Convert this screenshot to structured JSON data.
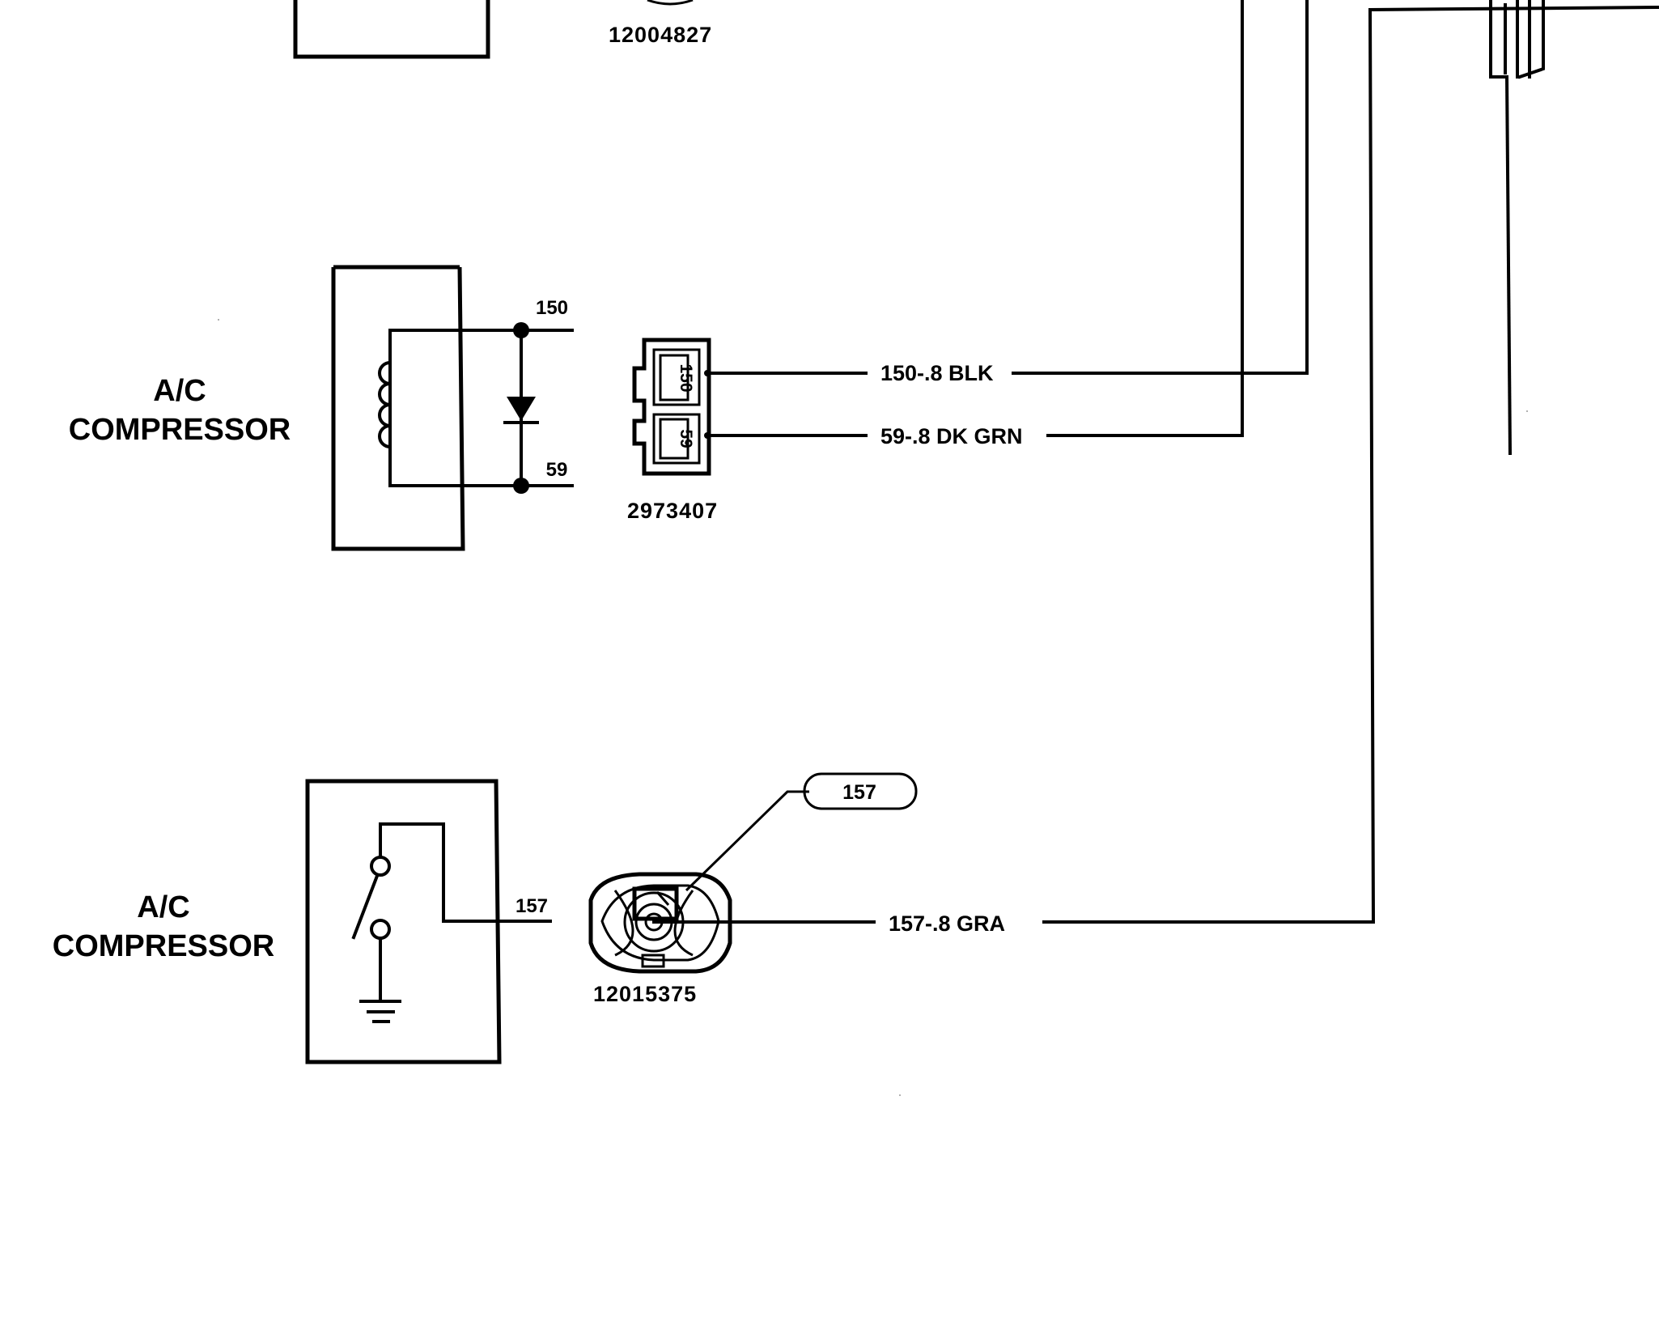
{
  "parts": {
    "top_connector": "12004827",
    "coil_connector": "2973407",
    "switch_connector": "12015375"
  },
  "components": {
    "clutch_title_line1": "A/C",
    "clutch_title_line2": "COMPRESSOR",
    "switch_title_line1": "A/C",
    "switch_title_line2": "COMPRESSOR"
  },
  "terminals": {
    "coil_top": "150",
    "coil_bottom": "59",
    "switch": "157",
    "cavity_top": "150",
    "cavity_bottom": "59",
    "callout": "157"
  },
  "wires": [
    {
      "id": "w150",
      "label": "150-.8 BLK"
    },
    {
      "id": "w59",
      "label": "59-.8 DK GRN"
    },
    {
      "id": "w157",
      "label": "157-.8 GRA"
    }
  ],
  "colors": {
    "ink": "#000000",
    "paper": "#ffffff"
  }
}
